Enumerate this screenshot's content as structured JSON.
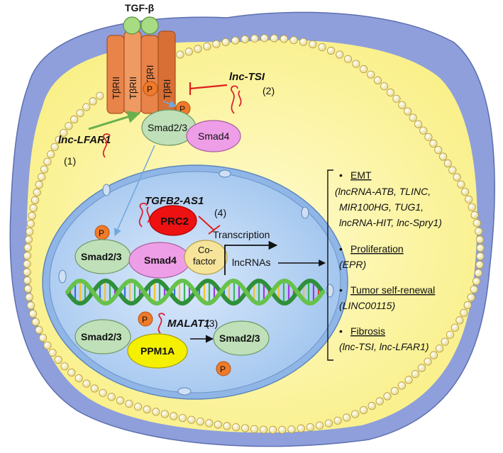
{
  "ligand": {
    "label": "TGF-β"
  },
  "receptors": [
    {
      "label": "TβRII"
    },
    {
      "label": "TβRII"
    },
    {
      "label": "TβRI"
    },
    {
      "label": "TβRI"
    }
  ],
  "phospho_label": "P",
  "cytoplasm": {
    "lnc_lfar1": "lnc-LFAR1",
    "lnc_lfar1_num": "(1)",
    "lnc_tsi": "lnc-TSI",
    "lnc_tsi_num": "(2)",
    "smad23": "Smad2/3",
    "smad4": "Smad4"
  },
  "nucleus": {
    "tgfb2_as1": "TGFB2-AS1",
    "prc2": "PRC2",
    "num4": "(4)",
    "transcription": "Transcription",
    "lncrnas": "lncRNAs",
    "smad23": "Smad2/3",
    "smad4": "Smad4",
    "cofactor_line1": "Co-",
    "cofactor_line2": "factor",
    "malat1": "MALAT1",
    "num3": "(3)",
    "smad23_left": "Smad2/3",
    "ppm1a": "PPM1A",
    "smad23_right": "Smad2/3"
  },
  "outcomes": [
    {
      "title": "EMT",
      "lines": [
        "(lncRNA-ATB, TLINC,",
        "MIR100HG, TUG1,",
        "lncRNA-HIT, lnc-Spry1)"
      ]
    },
    {
      "title": "Proliferation",
      "lines": [
        "(EPR)"
      ]
    },
    {
      "title": "Tumor self-renewal",
      "lines": [
        "(LINC00115)"
      ]
    },
    {
      "title": "Fibrosis",
      "lines": [
        "(lnc-TSI, lnc-LFAR1)"
      ]
    }
  ],
  "colors": {
    "cell_fill": "#fff9b0",
    "nucleus_fill": "#bfd8f5",
    "receptor": "#e8834a",
    "ligand": "#a8dc84",
    "smad23": "#bfe0b8",
    "smad4": "#ee9ee6",
    "cofactor": "#f6e49a",
    "prc2": "#ee1111",
    "ppm1a": "#f5f000",
    "phospho": "#ef7a2a",
    "activate_arrow": "#6ab04c",
    "inhibit": "#e0201e",
    "translocate_arrow": "#6fa8dc"
  }
}
